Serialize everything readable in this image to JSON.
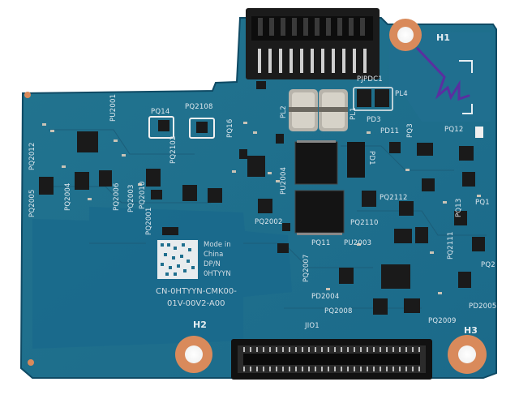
{
  "board": {
    "colors": {
      "pcb": "#1f6f8e",
      "pcb_dark": "#17597a",
      "copper": "#d98a5b",
      "chip": "#1a1a1a",
      "white_part": "#e9e6de"
    },
    "labels": {
      "H1": "H1",
      "H2": "H2",
      "H3": "H3",
      "PJPDC1": "PJPDC1",
      "PL4": "PL4",
      "PL2": "PL2",
      "PL1": "PL1",
      "PD3": "PD3",
      "PU2001": "PU2001",
      "PQ2012": "PQ2012",
      "PQ14": "PQ14",
      "PQ2108": "PQ2108",
      "PQ16": "PQ16",
      "PQ2102": "PQ2102",
      "PD11": "PD11",
      "PQ3": "PQ3",
      "PQ12": "PQ12",
      "PD1": "PD1",
      "PU2004": "PU2004",
      "PQ2005": "PQ2005",
      "PQ2004": "PQ2004",
      "PQ2006": "PQ2006",
      "PQ2003": "PQ2003",
      "PQ2010": "PQ2010",
      "PQ2001": "PQ2001",
      "PQ2112": "PQ2112",
      "PQ13": "PQ13",
      "PQ1": "PQ1",
      "PQ2002": "PQ2002",
      "PQ2110": "PQ2110",
      "PQ11": "PQ11",
      "PU2003": "PU2003",
      "PQ2111": "PQ2111",
      "PQ2007": "PQ2007",
      "PQ2": "PQ2",
      "PD2004": "PD2004",
      "PQ2008": "PQ2008",
      "PD2005": "PD2005",
      "PQ2009": "PQ2009",
      "JIO1": "JIO1"
    },
    "marking": {
      "line1": "Mode in",
      "line2": "China",
      "line3": "DP/N",
      "line4": "0HTYYN",
      "code1": "CN-0HTYYN-CMK00-",
      "code2": "01V-00V2-A00"
    }
  }
}
